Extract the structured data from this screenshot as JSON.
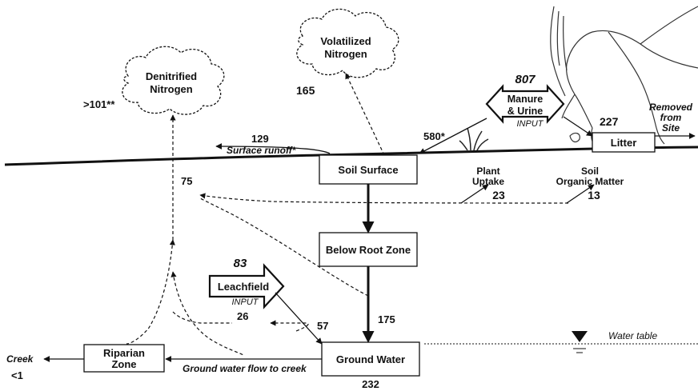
{
  "clouds": {
    "denitrified": {
      "line1": "Denitrified",
      "line2": "Nitrogen",
      "value": ">101**"
    },
    "volatilized": {
      "line1": "Volatilized",
      "line2": "Nitrogen",
      "value": "165"
    }
  },
  "inputs": {
    "manure": {
      "value": "807",
      "line1": "Manure",
      "line2": "& Urine",
      "tag": "INPUT"
    },
    "leachfield": {
      "value": "83",
      "label": "Leachfield",
      "tag": "INPUT"
    }
  },
  "boxes": {
    "soil_surface": "Soil Surface",
    "below_root_zone": "Below Root Zone",
    "ground_water": "Ground Water",
    "riparian_line1": "Riparian",
    "riparian_line2": "Zone",
    "litter": "Litter"
  },
  "flows": {
    "surface_runoff_value": "129",
    "surface_runoff_label": "Surface runoff*",
    "manure_to_soil": "580*",
    "litter_value": "227",
    "removed_line1": "Removed",
    "removed_line2": "from",
    "removed_line3": "Site",
    "plant_line1": "Plant",
    "plant_line2": "Uptake",
    "plant_value": "23",
    "som_line1": "Soil",
    "som_line2": "Organic Matter",
    "som_value": "13",
    "denit_from_soil": "75",
    "below_root_to_gw": "175",
    "leach_to_gw": "57",
    "gw_to_denit": "26",
    "gw_value": "232",
    "gw_flow_label": "Ground water flow to creek",
    "creek_label": "Creek",
    "creek_value": "<1",
    "water_table": "Water table"
  },
  "colors": {
    "ink": "#111111",
    "background": "#ffffff"
  }
}
